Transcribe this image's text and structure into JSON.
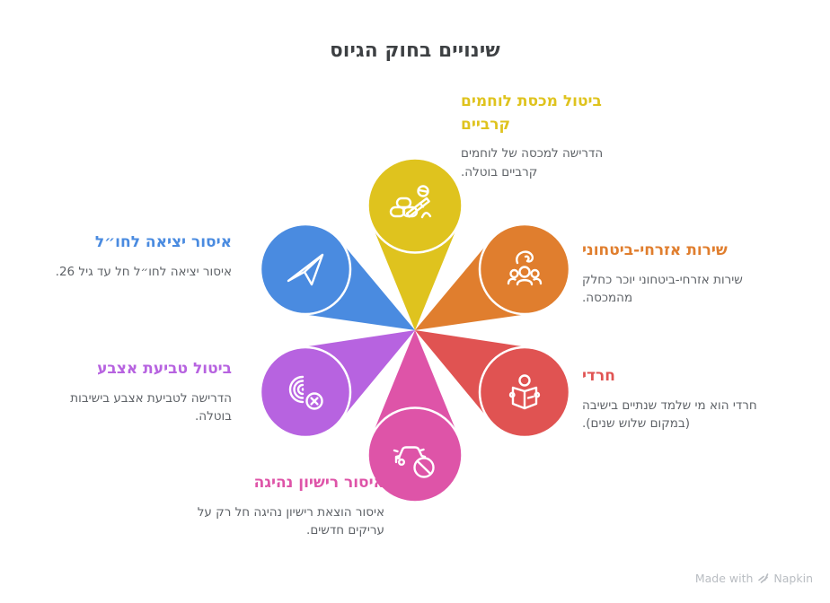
{
  "title": "שינויים בחוק הגיוס",
  "petals": [
    {
      "id": "combat-quota",
      "color": "#dfc31e",
      "heading": "ביטול מכסת לוחמים קרביים",
      "description": "הדרישה למכסה של לוחמים קרביים בוטלה.",
      "icon": "soldier-sandbags-icon"
    },
    {
      "id": "civil-security-service",
      "color": "#e07e2e",
      "heading": "שירות אזרחי-ביטחוני",
      "description": "שירות אזרחי-ביטחוני יוכר כחלק מהמכסה.",
      "icon": "community-hand-icon"
    },
    {
      "id": "haredi-definition",
      "color": "#e05352",
      "heading": "חרדי",
      "description": "חרדי הוא מי שלמד שנתיים בישיבה (במקום שלוש שנים).",
      "icon": "reading-torah-icon"
    },
    {
      "id": "driving-license-ban",
      "color": "#de54a8",
      "heading": "איסור רישיון נהיגה",
      "description": "איסור הוצאת רישיון נהיגה חל רק על עריקים חדשים.",
      "icon": "car-ban-icon"
    },
    {
      "id": "fingerprint-cancel",
      "color": "#b763e0",
      "heading": "ביטול טביעת אצבע",
      "description": "הדרישה לטביעת אצבע בישיבות בוטלה.",
      "icon": "fingerprint-x-icon"
    },
    {
      "id": "travel-ban",
      "color": "#4a8be0",
      "heading": "איסור יציאה לחו״ל",
      "description": "איסור יציאה לחו״ל חל עד גיל 26.",
      "icon": "airplane-icon"
    }
  ],
  "footer": {
    "made_with": "Made with",
    "brand": "Napkin"
  }
}
